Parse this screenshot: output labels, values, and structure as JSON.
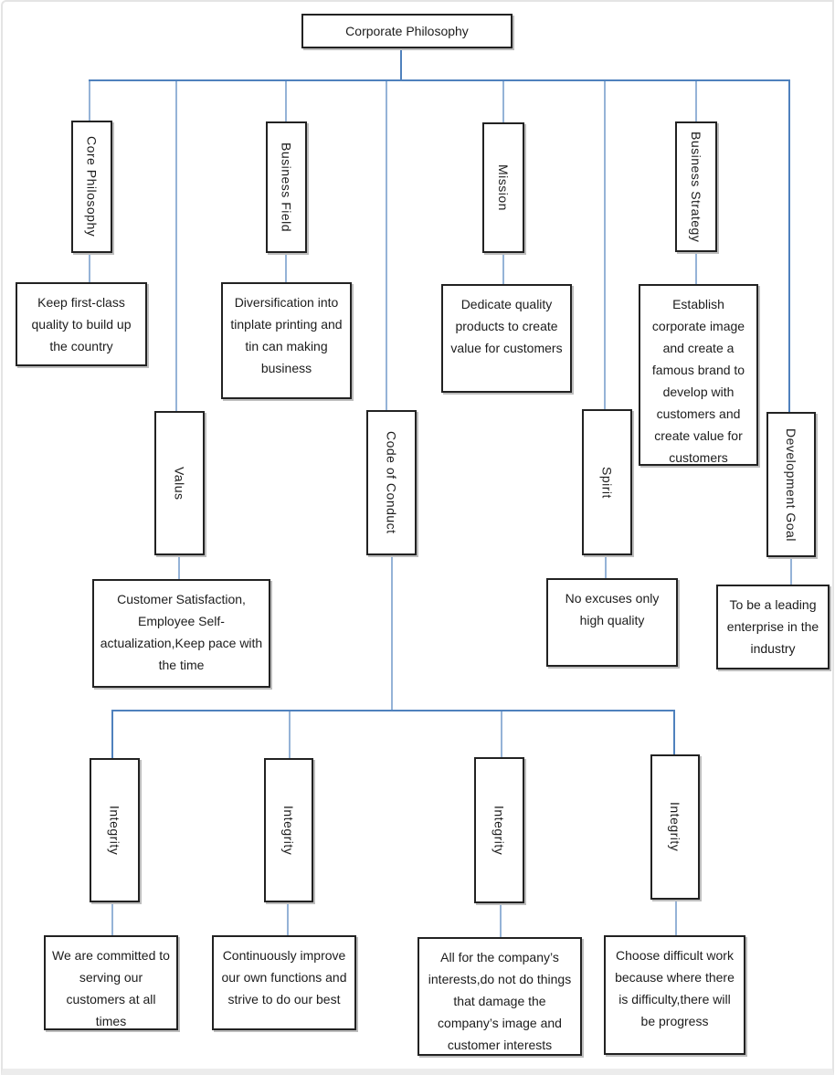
{
  "diagram": {
    "root_label": "Corporate Philosophy",
    "colors": {
      "connector_strong": "#4f81bd",
      "connector_light": "#95b3d7",
      "box_border": "#222222",
      "box_shadow": "#bdbdbd",
      "background": "#ffffff"
    },
    "pillars": [
      {
        "title": "Core Philosophy",
        "body": "Keep first-class quality to build up the country"
      },
      {
        "title": "Business Field",
        "body": "Diversification into tinplate printing and tin can making business"
      },
      {
        "title": "Mission",
        "body": "Dedicate quality products to create value for customers"
      },
      {
        "title": "Business Strategy",
        "body": "Establish corporate image and create a famous brand to develop with customers and create value for customers"
      },
      {
        "title": "Valus",
        "body": "Customer Satisfaction, Employee Self-actualization,Keep pace with the time"
      },
      {
        "title": "Spirit",
        "body": "No excuses only high quality"
      },
      {
        "title": "Development Goal",
        "body": "To be a leading enterprise in the industry"
      }
    ],
    "conduct": {
      "title": "Code of Conduct",
      "children": [
        {
          "title": "Integrity",
          "body": "We are committed to serving our customers at all times"
        },
        {
          "title": "Integrity",
          "body": "Continuously improve our own functions and strive to do our best"
        },
        {
          "title": "Integrity",
          "body": "All for the company’s interests,do not do things that damage the company’s image and customer interests"
        },
        {
          "title": "Integrity",
          "body": "Choose difficult work because where there is difficulty,there will be progress"
        }
      ]
    }
  }
}
